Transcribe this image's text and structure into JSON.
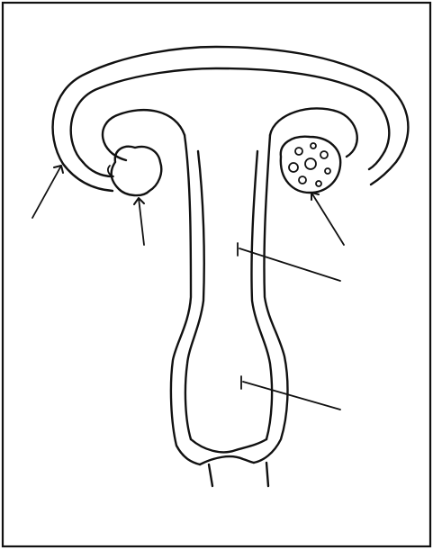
{
  "diagram": {
    "subject": "uterus-fallopian-tubes-ovaries-sketch",
    "colors": {
      "ink": "#111111",
      "paper": "#ffffff"
    },
    "pointer_arrows": [
      {
        "target": "left-fallopian-tube"
      },
      {
        "target": "left-ovary"
      },
      {
        "target": "right-ovary"
      },
      {
        "target": "uterus-body"
      },
      {
        "target": "cervix"
      }
    ]
  }
}
